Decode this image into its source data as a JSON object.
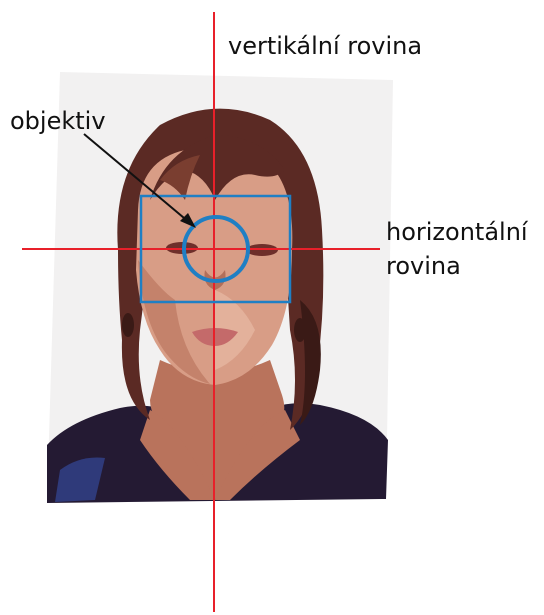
{
  "labels": {
    "vertical_plane": "vertikální rovina",
    "objective": "objektiv",
    "horizontal_plane_line1": "horizontální",
    "horizontal_plane_line2": "rovina"
  },
  "colors": {
    "plane_lines": "#e8202a",
    "frame": "#1f7fc4",
    "leader": "#111111",
    "photo_background": "#f2f1f1",
    "hair": "#5b2a24",
    "skin": "#d89d86",
    "shadow": "#7a3e30",
    "clothing": "#241a33"
  },
  "photo_description_icon": "portrait-photo-icon"
}
